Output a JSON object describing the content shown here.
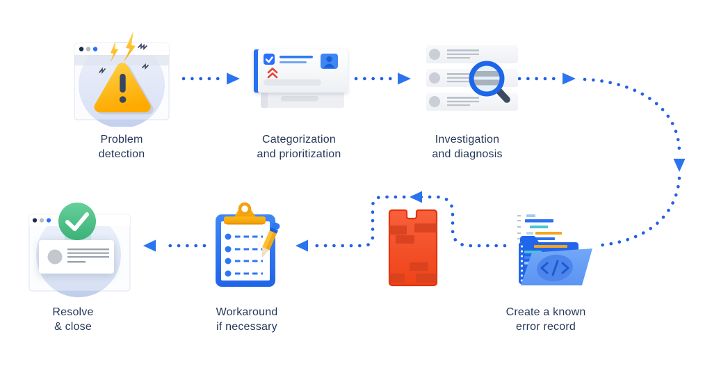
{
  "page": {
    "background": "#ffffff",
    "kind": "process-flow-diagram"
  },
  "steps": [
    {
      "id": "problem-detection",
      "icon": "browser-warning-icon",
      "lines": [
        "Problem",
        "detection"
      ]
    },
    {
      "id": "categorization-prioritization",
      "icon": "ticket-cards-icon",
      "lines": [
        "Categorization",
        "and prioritization"
      ]
    },
    {
      "id": "investigation-diagnosis",
      "icon": "list-magnifier-icon",
      "lines": [
        "Investigation",
        "and diagnosis"
      ]
    },
    {
      "id": "create-known-error-record",
      "icon": "code-folder-icon",
      "lines": [
        "Create a known",
        "error record"
      ]
    },
    {
      "id": "workaround-if-necessary",
      "icon": "clipboard-pencil-icon",
      "lines": [
        "Workaround",
        "if necessary"
      ]
    },
    {
      "id": "resolve-close",
      "icon": "browser-checkmark-icon",
      "lines": [
        "Resolve",
        "& close"
      ]
    }
  ],
  "connections": [
    {
      "from": "problem-detection",
      "to": "categorization-prioritization",
      "style": "dotted-arrow"
    },
    {
      "from": "categorization-prioritization",
      "to": "investigation-diagnosis",
      "style": "dotted-arrow"
    },
    {
      "from": "investigation-diagnosis",
      "to": "create-known-error-record",
      "style": "dotted-arrow-curved"
    },
    {
      "from": "create-known-error-record",
      "to": "workaround-if-necessary",
      "style": "dotted-arrow-detour-around-blocker"
    },
    {
      "from": "workaround-if-necessary",
      "to": "resolve-close",
      "style": "dotted-arrow"
    }
  ],
  "blocker": {
    "id": "blocker-wall",
    "icon": "brick-wall-icon",
    "color": "#ef4318"
  },
  "colors": {
    "arrow_blue": "#2161e4",
    "label_text": "#253858",
    "primary_blue": "#2970ff",
    "warning_yellow": "#ffc400",
    "alert_red": "#ef4318",
    "success_green": "#4bbd85",
    "accent_orange": "#f6a41f",
    "teal": "#49c3d4"
  }
}
